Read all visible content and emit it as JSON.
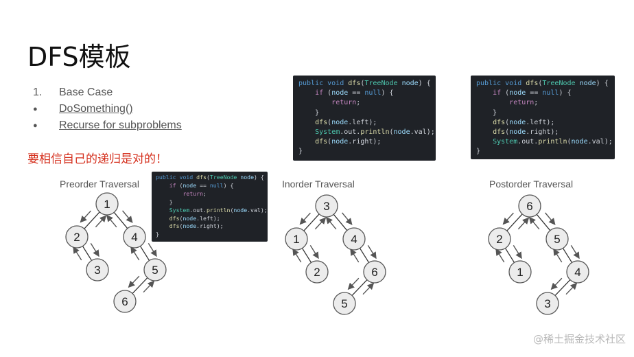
{
  "title": "DFS模板",
  "steps": [
    {
      "marker": "1.",
      "text": "Base Case",
      "underline": false
    },
    {
      "marker": "●",
      "text": "DoSomething()",
      "underline": true
    },
    {
      "marker": "●",
      "text": "Recurse for subproblems",
      "underline": true
    }
  ],
  "note": "要相信自己的递归是对的！",
  "code_inorder": [
    "public void dfs(TreeNode node) {",
    "    if (node == null) {",
    "        return;",
    "    }",
    "    dfs(node.left);",
    "    System.out.println(node.val);",
    "    dfs(node.right);",
    "}"
  ],
  "code_postorder": [
    "public void dfs(TreeNode node) {",
    "    if (node == null) {",
    "        return;",
    "    }",
    "    dfs(node.left);",
    "    dfs(node.right);",
    "    System.out.println(node.val);",
    "}"
  ],
  "code_preorder": [
    "public void dfs(TreeNode node) {",
    "    if (node == null) {",
    "        return;",
    "    }",
    "    System.out.println(node.val);",
    "    dfs(node.left);",
    "    dfs(node.right);",
    "}"
  ],
  "traversals": {
    "preorder": {
      "label": "Preorder Traversal",
      "nodes": {
        "root": "1",
        "l": "2",
        "lr": "3",
        "r": "4",
        "rr": "5",
        "rrl": "6"
      }
    },
    "inorder": {
      "label": "Inorder Traversal",
      "nodes": {
        "root": "3",
        "l": "1",
        "lr": "2",
        "r": "4",
        "rr": "6",
        "rrl": "5"
      }
    },
    "postorder": {
      "label": "Postorder Traversal",
      "nodes": {
        "root": "6",
        "l": "2",
        "lr": "1",
        "r": "5",
        "rr": "4",
        "rrl": "3"
      }
    }
  },
  "watermark": "@稀土掘金技术社区"
}
